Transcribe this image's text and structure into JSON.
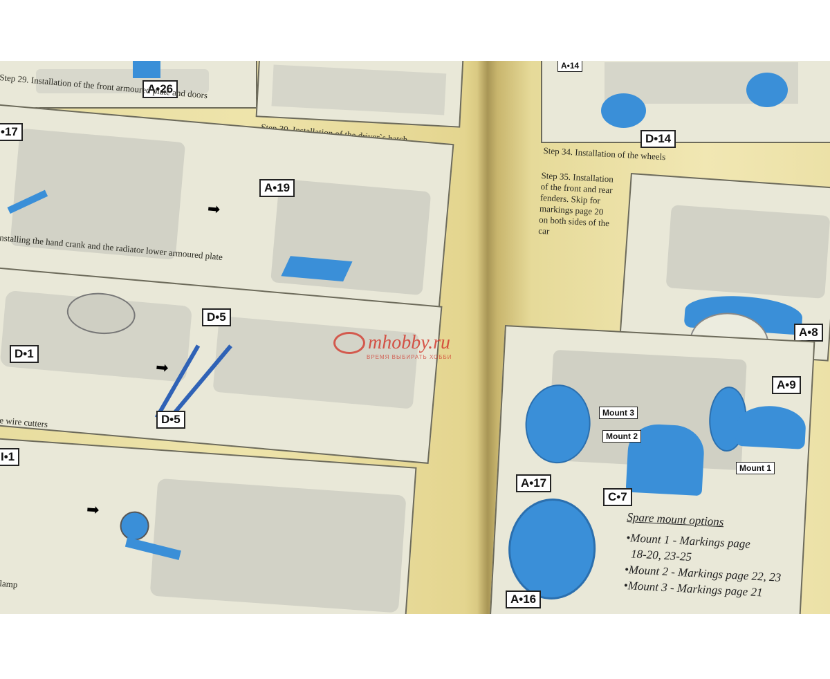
{
  "left_page": {
    "step29_caption": "Step 29. Installation of the front armoured plate and doors",
    "step30_caption": "Step 30. Installation of the driver`s hatch",
    "crank_caption": "nstalling the hand crank and the radiator lower armoured plate",
    "wire_caption": "e wire cutters",
    "lamp_caption": "lamp",
    "labels": {
      "a26": "A•26",
      "a17_cut": "•17",
      "a19": "A•19",
      "d1": "D•1",
      "d5_top": "D•5",
      "d5_bottom": "D•5",
      "i1": "I•1"
    }
  },
  "right_page": {
    "a14": "A•14",
    "d14": "D•14",
    "step34_caption": "Step 34. Installation of the wheels",
    "step35_text": [
      "Step 35. Installation",
      "of the front and rear",
      "fenders. Skip for",
      "markings page 20",
      "on both sides of the",
      "car"
    ],
    "a8": "A•8",
    "a9": "A•9",
    "mount3": "Mount 3",
    "mount2": "Mount 2",
    "mount1": "Mount 1",
    "c7": "C•7",
    "a17": "A•17",
    "a16": "A•16",
    "spare_title": "Spare mount options",
    "spare_options": [
      "•Mount 1 - Markings page",
      "18-20, 23-25",
      "•Mount 2 - Markings page 22, 23",
      "•Mount 3 - Markings page 21"
    ]
  },
  "watermark": {
    "brand": "mhobby.ru",
    "tagline": "ВРЕМЯ ВЫБИРАТЬ ХОББИ"
  },
  "colors": {
    "paper": "#ebe1a6",
    "panel": "#e9e8d8",
    "part_blue": "#3a8fd8",
    "watermark_red": "#d23a2e"
  }
}
